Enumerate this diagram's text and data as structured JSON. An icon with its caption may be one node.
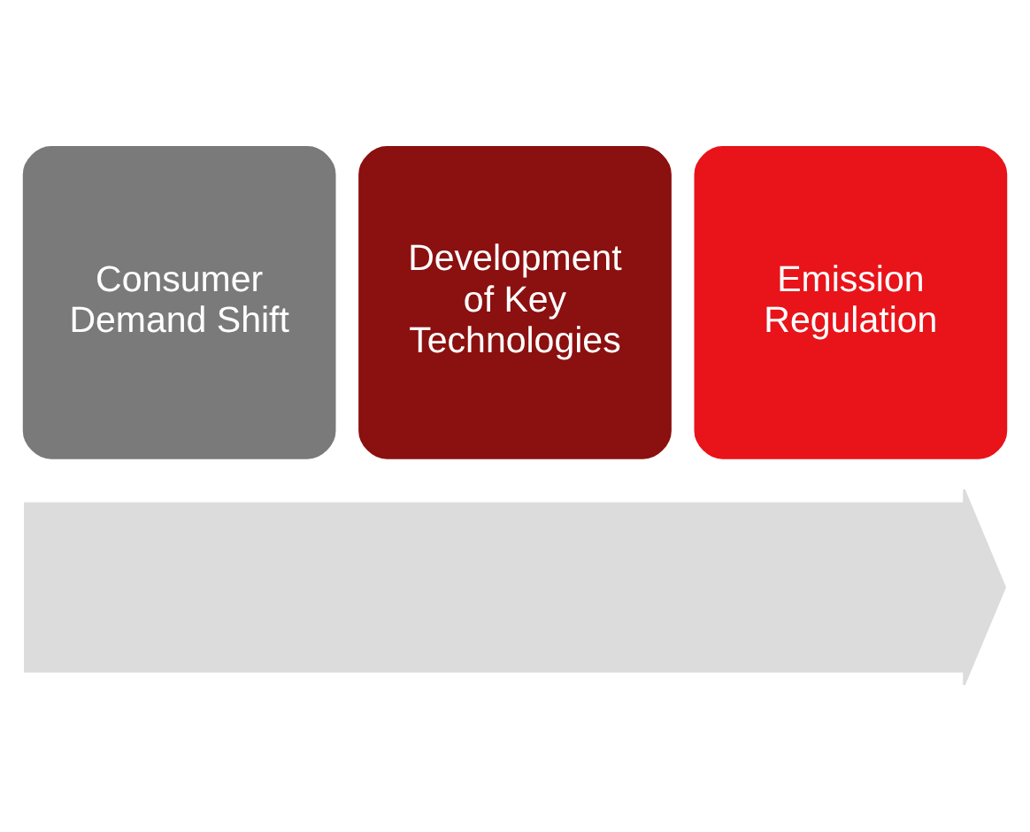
{
  "diagram": {
    "nodes": [
      {
        "text": [],
        "shape": "arrow"
      },
      {
        "text": [
          "Consumer Demand Shift"
        ]
      },
      {
        "text": [
          "Development of Key Technologies"
        ]
      },
      {
        "text": [
          "Emission Regulation"
        ]
      }
    ]
  }
}
